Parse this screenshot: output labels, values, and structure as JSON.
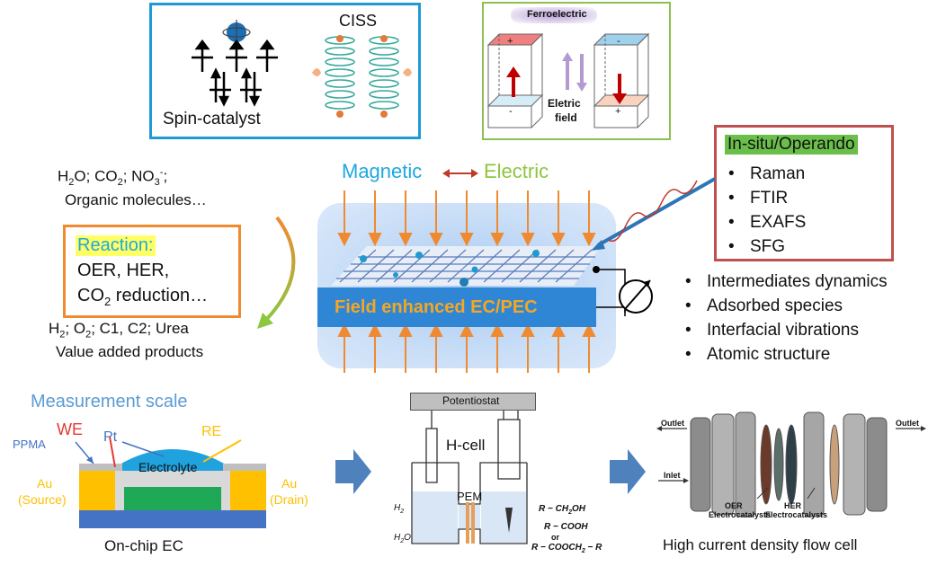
{
  "top": {
    "spin_catalyst": "Spin-catalyst",
    "ciss": "CISS",
    "ferroelectric": "Ferroelectric",
    "plus": "+",
    "minus": "-",
    "eletric": "Eletric",
    "field": "field"
  },
  "insitu": {
    "title": "In-situ/Operando",
    "items": [
      "Raman",
      "FTIR",
      "EXAFS",
      "SFG"
    ]
  },
  "center": {
    "magnetic": "Magnetic",
    "electric": "Electric",
    "device_label": "Field enhanced EC/PEC"
  },
  "left": {
    "reactants_line1_a": "H",
    "reactants_line1_b": "O; CO",
    "reactants_line1_c": "; NO",
    "reactants_line1_d": ";",
    "sub2": "2",
    "sub3": "3",
    "sup_minus": "-",
    "reactants_line2": "Organic molecules…",
    "reaction_title": "Reaction:",
    "reaction_line1": "OER, HER,",
    "reaction_line2_a": "CO",
    "reaction_line2_b": " reduction…",
    "products_line1_a": "H",
    "products_line1_b": "; O",
    "products_line1_c": "; C1, C2; Urea",
    "products_line2": "Value added products"
  },
  "right_list": {
    "items": [
      "Intermediates dynamics",
      "Adsorbed species",
      "Interfacial vibrations",
      "Atomic structure"
    ]
  },
  "onchip": {
    "scale_title": "Measurement scale",
    "we": "WE",
    "pt": "Pt",
    "re": "RE",
    "ppma": "PPMA",
    "au": "Au",
    "source": "(Source)",
    "drain": "(Drain)",
    "electrolyte": "Electrolyte",
    "caption": "On-chip EC"
  },
  "hcell": {
    "potentiostat": "Potentiostat",
    "title": "H-cell",
    "pem": "PEM",
    "h2": "H",
    "h2o": "H",
    "r1": "R − CH",
    "r1_tail": "OH",
    "r2": "R − COOH",
    "or": "or",
    "r3": "R − COOCH",
    "r3_tail": " − R"
  },
  "flowcell": {
    "outlet_left": "Outlet",
    "inlet": "Inlet",
    "outlet_right": "Outlet",
    "oer": "OER",
    "oer_sub": "Electrocatalysts",
    "her": "HER",
    "her_sub": "Electrocatalysts",
    "caption": "High current density flow cell"
  },
  "colors": {
    "blue_frame": "#1e9ad6",
    "green_frame": "#8cc152",
    "red_frame": "#c0504d",
    "orange_frame": "#f08a30",
    "orange_text": "#f5a623",
    "magnetic": "#1ea7e0",
    "electric": "#8dc63f",
    "reaction_highlight": "#ffff66",
    "insitu_highlight": "#6abf4b"
  }
}
